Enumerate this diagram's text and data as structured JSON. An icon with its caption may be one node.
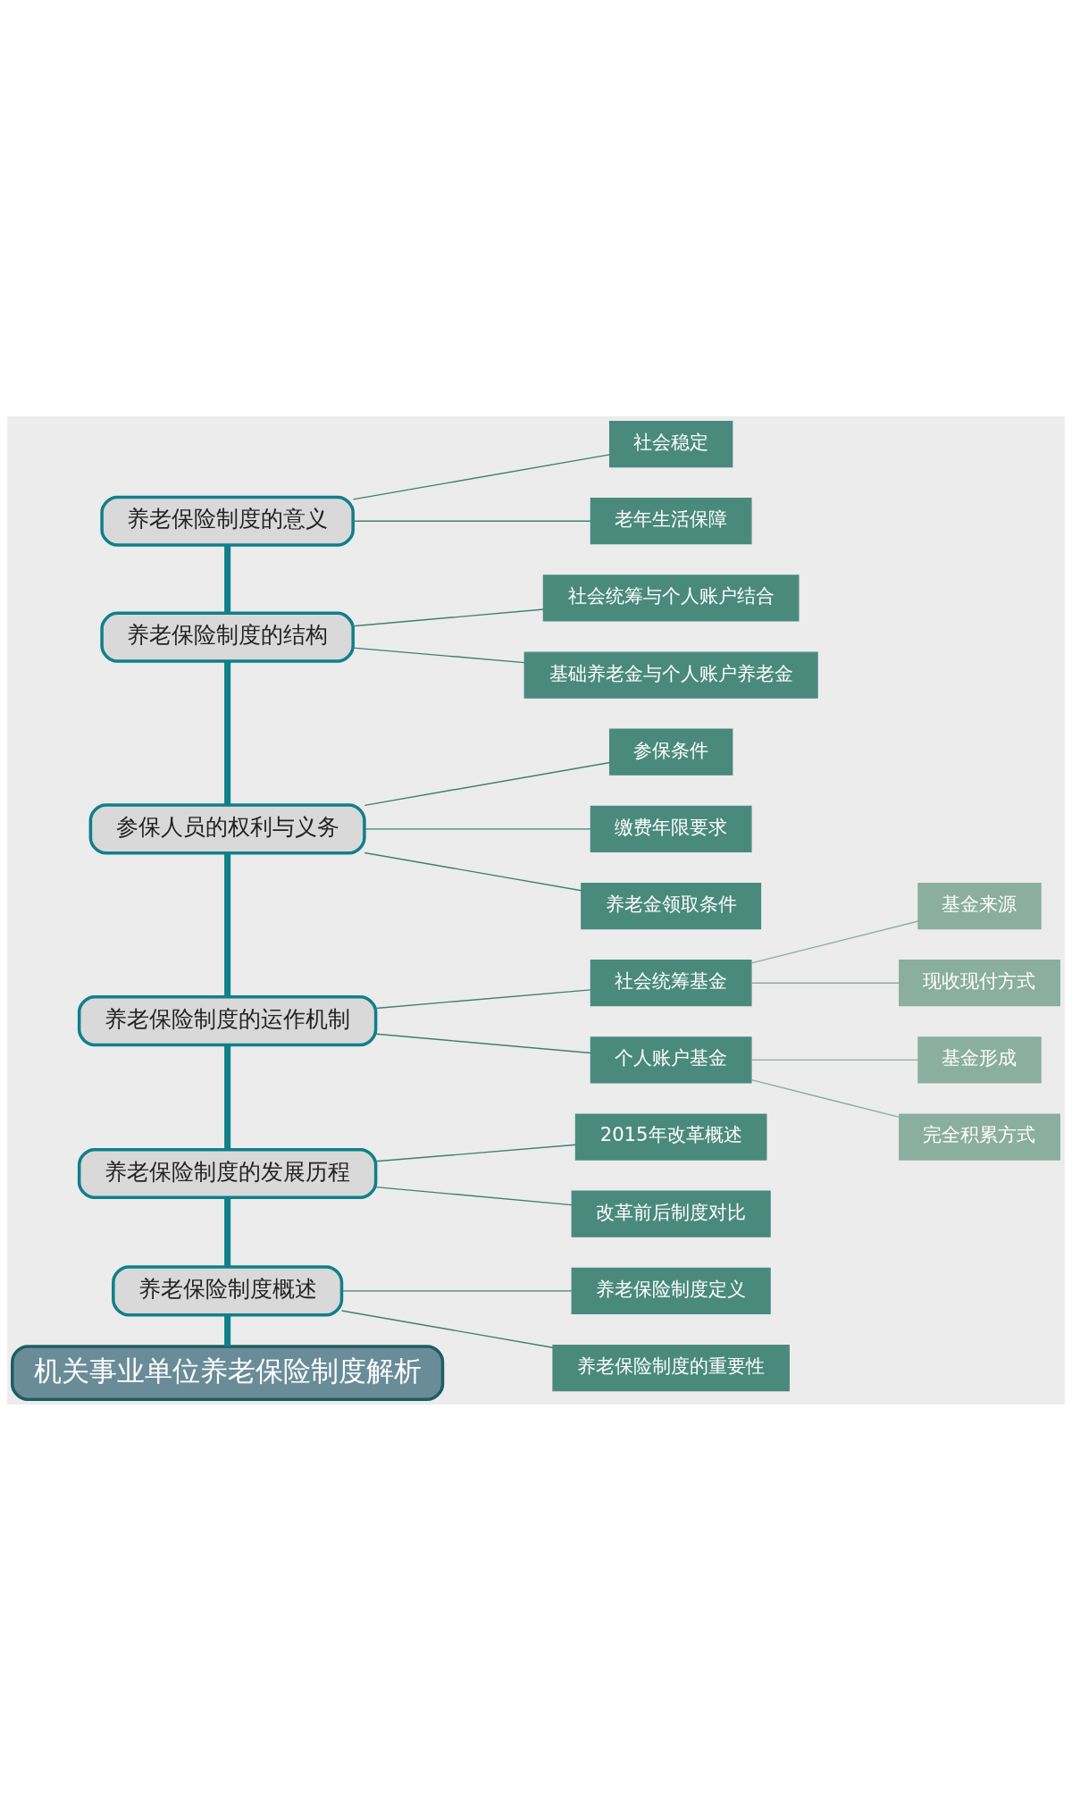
{
  "diagram": {
    "nodes": [
      {
        "text": [
          "养老保险制度的意义"
        ]
      },
      {
        "text": [
          "社会稳定"
        ]
      },
      {
        "text": [
          "老年生活保障"
        ]
      },
      {
        "text": [
          "养老保险制度的结构"
        ]
      },
      {
        "text": [
          "社会统筹与个人账户结合"
        ]
      },
      {
        "text": [
          "基础养老金与个人账户养老金"
        ]
      },
      {
        "text": [
          "参保人员的权利与义务"
        ]
      },
      {
        "text": [
          "参保条件"
        ]
      },
      {
        "text": [
          "缴费年限要求"
        ]
      },
      {
        "text": [
          "养老金领取条件"
        ]
      },
      {
        "text": [
          "养老保险制度的运作机制"
        ]
      },
      {
        "text": [
          "社会统筹基金"
        ]
      },
      {
        "text": [
          "基金来源"
        ]
      },
      {
        "text": [
          "现收现付方式"
        ]
      },
      {
        "text": [
          "个人账户基金"
        ]
      },
      {
        "text": [
          "基金形成"
        ]
      },
      {
        "text": [
          "完全积累方式"
        ]
      },
      {
        "text": [
          "养老保险制度的发展历程"
        ]
      },
      {
        "text": [
          "2015年改革概述"
        ]
      },
      {
        "text": [
          "改革前后制度对比"
        ]
      },
      {
        "text": [
          "养老保险制度概述"
        ]
      },
      {
        "text": [
          "养老保险制度定义"
        ]
      },
      {
        "text": [
          "养老保险制度的重要性"
        ]
      },
      {
        "text": [
          "机关事业单位养老保险制度解析"
        ]
      }
    ],
    "edges": [
      {
        "from": 0,
        "to": 3,
        "arrow": "none",
        "style": "thick",
        "color": "#0f7f88"
      },
      {
        "from": 3,
        "to": 6,
        "arrow": "none",
        "style": "thick",
        "color": "#0f7f88"
      },
      {
        "from": 6,
        "to": 10,
        "arrow": "none",
        "style": "thick",
        "color": "#0f7f88"
      },
      {
        "from": 10,
        "to": 17,
        "arrow": "none",
        "style": "thick",
        "color": "#0f7f88"
      },
      {
        "from": 17,
        "to": 20,
        "arrow": "none",
        "style": "thick",
        "color": "#0f7f88"
      },
      {
        "from": 20,
        "to": 23,
        "arrow": "none",
        "style": "thick",
        "color": "#0f7f88"
      },
      {
        "from": 0,
        "to": 1,
        "arrow": "none"
      },
      {
        "from": 0,
        "to": 2,
        "arrow": "none"
      },
      {
        "from": 3,
        "to": 4,
        "arrow": "none"
      },
      {
        "from": 3,
        "to": 5,
        "arrow": "none"
      },
      {
        "from": 6,
        "to": 7,
        "arrow": "none"
      },
      {
        "from": 6,
        "to": 8,
        "arrow": "none"
      },
      {
        "from": 6,
        "to": 9,
        "arrow": "none"
      },
      {
        "from": 10,
        "to": 11,
        "arrow": "none"
      },
      {
        "from": 11,
        "to": 12,
        "arrow": "none",
        "color": "#8aaea0"
      },
      {
        "from": 11,
        "to": 13,
        "arrow": "none",
        "color": "#8aaea0"
      },
      {
        "from": 10,
        "to": 14,
        "arrow": "none"
      },
      {
        "from": 14,
        "to": 15,
        "arrow": "none",
        "color": "#8aaea0"
      },
      {
        "from": 14,
        "to": 16,
        "arrow": "none",
        "color": "#8aaea0"
      },
      {
        "from": 17,
        "to": 18,
        "arrow": "none"
      },
      {
        "from": 17,
        "to": 19,
        "arrow": "none"
      },
      {
        "from": 20,
        "to": 21,
        "arrow": "none"
      },
      {
        "from": 20,
        "to": 22,
        "arrow": "none"
      }
    ]
  }
}
